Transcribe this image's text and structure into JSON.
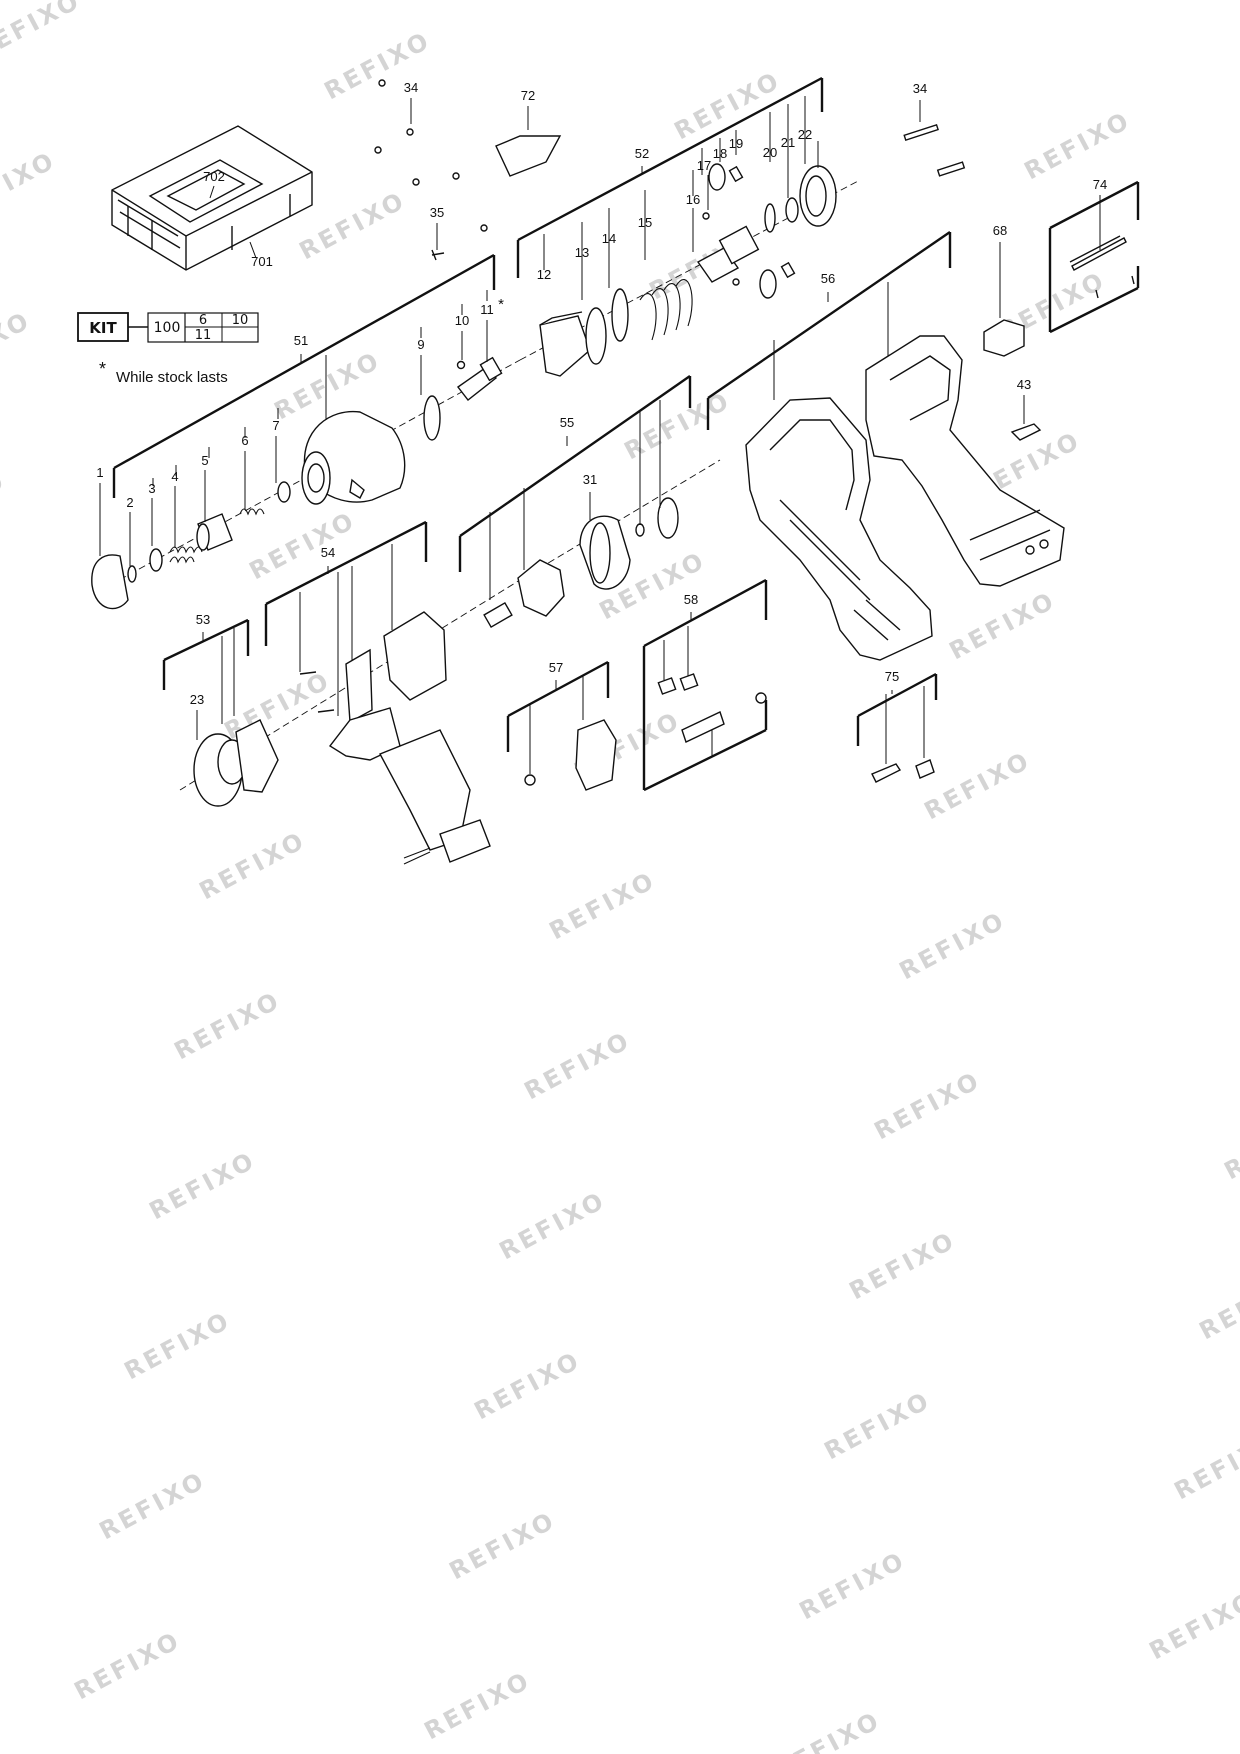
{
  "watermark": "REFIXO",
  "note": {
    "mark": "*",
    "text": "While stock lasts"
  },
  "kit": {
    "label": "KIT",
    "main": "100",
    "items": [
      "6",
      "10",
      "11"
    ]
  },
  "labels": {
    "p1": "1",
    "p2": "2",
    "p3": "3",
    "p4": "4",
    "p5": "5",
    "p6": "6",
    "p7": "7",
    "p9": "9",
    "p10": "10",
    "p11": "11",
    "p11_mark": "*",
    "p12": "12",
    "p13": "13",
    "p14": "14",
    "p15": "15",
    "p16": "16",
    "p17": "17",
    "p18": "18",
    "p19": "19",
    "p20": "20",
    "p21": "21",
    "p22": "22",
    "p23": "23",
    "p31": "31",
    "p34a": "34",
    "p34b": "34",
    "p35": "35",
    "p43": "43",
    "p51": "51",
    "p52": "52",
    "p53": "53",
    "p54": "54",
    "p55": "55",
    "p56": "56",
    "p57": "57",
    "p58": "58",
    "p68": "68",
    "p72": "72",
    "p74": "74",
    "p75": "75",
    "p701": "701",
    "p702": "702"
  }
}
